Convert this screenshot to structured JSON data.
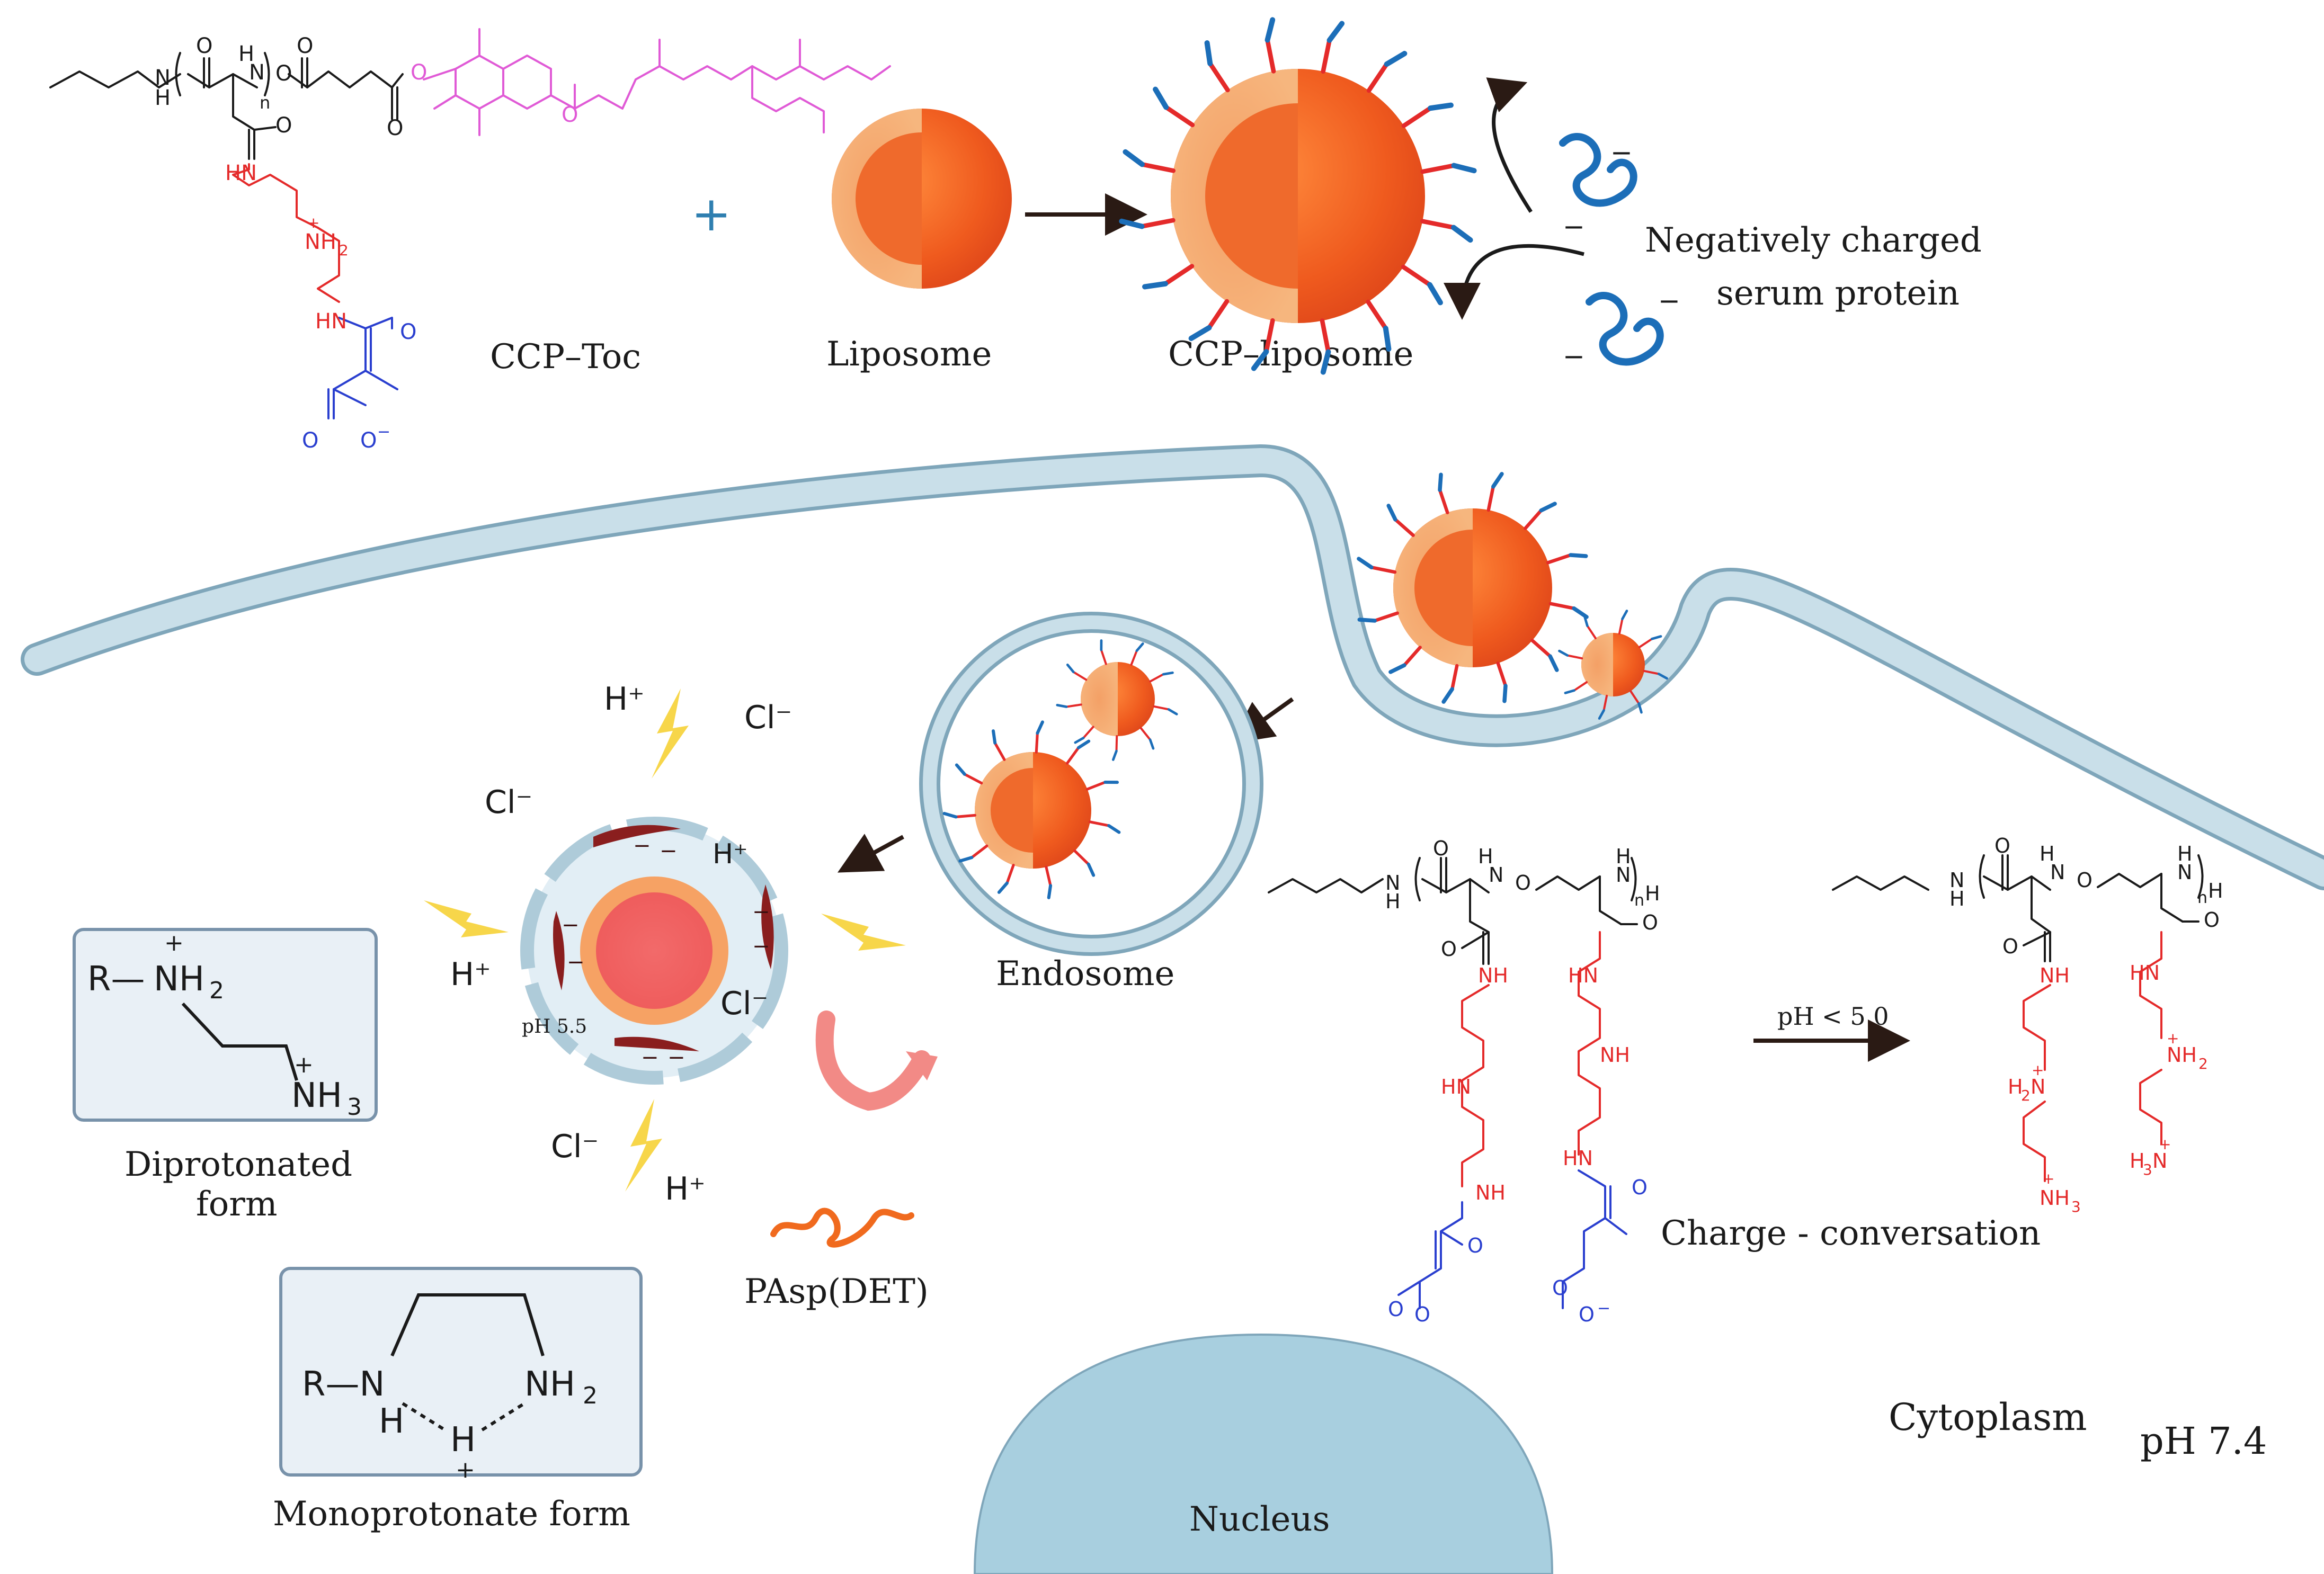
{
  "colors": {
    "liposome_dark": "#ef5a1e",
    "liposome_light": "#f6a264",
    "membrane": "#aecbd9",
    "membrane_stroke": "#7fa6ba",
    "nucleus": "#a8cfdf",
    "ccp_black": "#1a1a1a",
    "ccp_red": "#e42a2a",
    "ccp_blue": "#2a3fcf",
    "tocopherol_magenta": "#e05ad6",
    "serum_protein_blue": "#1c6eb8",
    "lightning": "#f7d64a",
    "arrow_dark": "#2a1a14",
    "pasp_orange": "#f06a1e",
    "box_fill": "#e9f0f6",
    "box_stroke": "#7892aa"
  },
  "top_panel": {
    "ccp_toc_label": "CCP–Toc",
    "plus_sign": "+",
    "liposome_label": "Liposome",
    "ccp_liposome_label": "CCP–liposome",
    "serum_protein_label_line1": "Negatively charged",
    "serum_protein_label_line2": "serum protein",
    "ccp_toc_atoms": {
      "nh_left": "N",
      "h_left": "H",
      "h_amide": "H",
      "n_amide": "N",
      "n_sub": "n",
      "o_ester": "O",
      "o1": "O",
      "o2": "O",
      "o3": "O",
      "o_red": "O",
      "hn_red": "HN",
      "nh2_plus": "NH",
      "nh2_sub": "2",
      "plus": "+",
      "hn_red2": "HN",
      "o_blue": "O",
      "o_minus": "O",
      "minus": "−",
      "o_toc1": "O",
      "o_toc2": "O"
    }
  },
  "bottom_panel": {
    "endosome_label": "Endosome",
    "ph_endosome": "pH 5.5",
    "ions": [
      "H⁺",
      "Cl⁻",
      "Cl⁻",
      "H⁺",
      "H⁺",
      "Cl⁻",
      "Cl⁻",
      "H⁺"
    ],
    "pasp_label": "PAsp(DET)",
    "diprotonated_label_line1": "Diprotonated",
    "diprotonated_label_line2": "form",
    "diprotonated_formula": {
      "r": "R—",
      "nh2": "NH",
      "sub2": "2",
      "plus": "+",
      "nh3": "NH",
      "sub3": "3",
      "plus2": "+"
    },
    "monoprotonate_label": "Monoprotonate form",
    "monoprotonate_formula": {
      "r": "R—N",
      "h_under": "H",
      "nh2": "NH",
      "sub2": "2",
      "h_bridge": "H",
      "plus": "+"
    },
    "ph_shift_label": "pH < 5.0",
    "charge_conversion_label": "Charge - conversation",
    "cytoplasm_label": "Cytoplasm",
    "ph_cytoplasm": "pH 7.4",
    "nucleus_label": "Nucleus",
    "polymer_labels": {
      "h_n1": "H",
      "n1": "N",
      "h_top": "H",
      "n_top": "N",
      "h_right": "H",
      "n_right": "N",
      "sub_n": "n",
      "h_end": "H",
      "o_mid": "O",
      "o_left": "O",
      "o_right": "O",
      "nh_a": "NH",
      "nh_b": "NH",
      "hn_c": "HN",
      "nh_d": "NH",
      "hn_e": "HN",
      "nh_f": "NH",
      "hn_g": "HN",
      "hn_h": "HN",
      "o_bl": "O",
      "o_br": "O",
      "o_minus_l": "O",
      "o_minus_r": "O",
      "minus": "−",
      "nh_p1": "NH",
      "nh2_p": "NH",
      "sub2": "2",
      "h2n_p": "H",
      "h2n_sub": "2",
      "h2n_n": "N",
      "nh3_p": "NH",
      "sub3": "3",
      "h3n_p": "H",
      "h3n_sub": "3",
      "h3n_n": "N",
      "hn_p2": "HN",
      "plus": "+"
    }
  }
}
